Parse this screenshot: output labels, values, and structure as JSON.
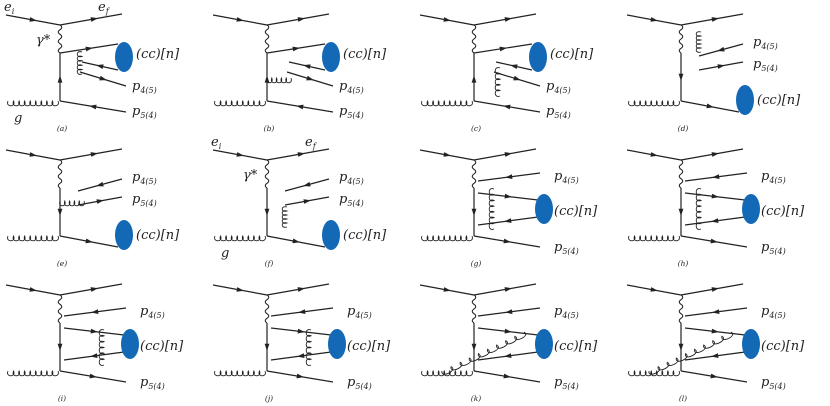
{
  "figure": {
    "panels": [
      {
        "id": "a",
        "caption": "(a)",
        "state": "(cc)[n]",
        "p_top": "p",
        "p_top_sub": "4(5)",
        "p_bot": "p",
        "p_bot_sub": "5(4)",
        "ei": "e",
        "ei_sub": "i",
        "ef": "e",
        "ef_sub": "f",
        "gamma": "γ*",
        "gluon_label": "g",
        "layout": "blob-top",
        "gluon_pos": "mid-vertical"
      },
      {
        "id": "b",
        "caption": "(b)",
        "state": "(cc)[n]",
        "p_top": "p",
        "p_top_sub": "4(5)",
        "p_bot": "p",
        "p_bot_sub": "5(4)",
        "layout": "blob-top",
        "gluon_pos": "horizontal"
      },
      {
        "id": "c",
        "caption": "(c)",
        "state": "(cc)[n]",
        "p_top": "p",
        "p_top_sub": "4(5)",
        "p_bot": "p",
        "p_bot_sub": "5(4)",
        "layout": "blob-top",
        "gluon_pos": "lower-vertical"
      },
      {
        "id": "d",
        "caption": "(d)",
        "state": "(cc)[n]",
        "p_top": "p",
        "p_top_sub": "4(5)",
        "p_bot": "p",
        "p_bot_sub": "5(4)",
        "layout": "blob-bottom",
        "gluon_pos": "upper-vertical"
      },
      {
        "id": "e",
        "caption": "(e)",
        "state": "(cc)[n]",
        "p_top": "p",
        "p_top_sub": "4(5)",
        "p_bot": "p",
        "p_bot_sub": "5(4)",
        "layout": "blob-bottom",
        "gluon_pos": "horizontal"
      },
      {
        "id": "f",
        "caption": "(f)",
        "state": "(cc)[n]",
        "p_top": "p",
        "p_top_sub": "4(5)",
        "p_bot": "p",
        "p_bot_sub": "5(4)",
        "ei": "e",
        "ei_sub": "i",
        "ef": "e",
        "ef_sub": "f",
        "gamma": "γ*",
        "gluon_label": "g",
        "layout": "blob-bottom",
        "gluon_pos": "lower-vertical"
      },
      {
        "id": "g",
        "caption": "(g)",
        "state": "(cc)[n]",
        "p_top": "p",
        "p_top_sub": "4(5)",
        "p_bot": "p",
        "p_bot_sub": "5(4)",
        "layout": "blob-mid",
        "gluon_pos": "cross-vertical"
      },
      {
        "id": "h",
        "caption": "(h)",
        "state": "(cc)[n]",
        "p_top": "p",
        "p_top_sub": "4(5)",
        "p_bot": "p",
        "p_bot_sub": "5(4)",
        "layout": "blob-mid",
        "gluon_pos": "cross-vertical"
      },
      {
        "id": "i",
        "caption": "(i)",
        "state": "(cc)[n]",
        "p_top": "p",
        "p_top_sub": "4(5)",
        "p_bot": "p",
        "p_bot_sub": "5(4)",
        "layout": "blob-mid",
        "gluon_pos": "right-vertical"
      },
      {
        "id": "j",
        "caption": "(j)",
        "state": "(cc)[n]",
        "p_top": "p",
        "p_top_sub": "4(5)",
        "p_bot": "p",
        "p_bot_sub": "5(4)",
        "layout": "blob-mid",
        "gluon_pos": "right-vertical"
      },
      {
        "id": "k",
        "caption": "(k)",
        "state": "(cc)[n]",
        "p_top": "p",
        "p_top_sub": "4(5)",
        "p_bot": "p",
        "p_bot_sub": "5(4)",
        "layout": "blob-mid",
        "gluon_pos": "diagonal"
      },
      {
        "id": "l",
        "caption": "(l)",
        "state": "(cc)[n]",
        "p_top": "p",
        "p_top_sub": "4(5)",
        "p_bot": "p",
        "p_bot_sub": "5(4)",
        "layout": "blob-mid",
        "gluon_pos": "diagonal"
      }
    ],
    "colors": {
      "blob": "#1369b5",
      "line": "#222222"
    }
  }
}
